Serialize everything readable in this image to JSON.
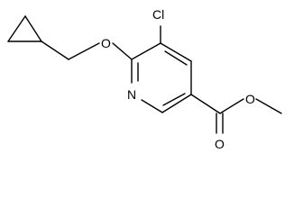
{
  "atoms": {
    "cl": "Cl",
    "o_ether": "O",
    "n_ring": "N",
    "o_carbonyl": "O",
    "o_ester": "O"
  }
}
